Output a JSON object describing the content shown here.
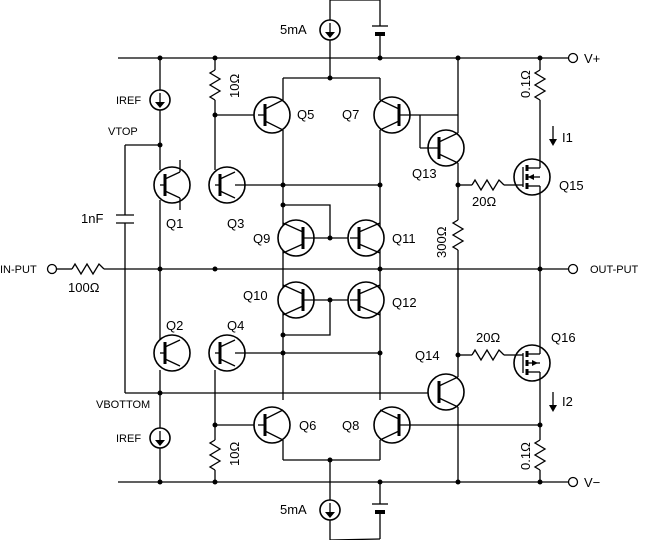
{
  "labels": {
    "vplus": "V+",
    "vminus": "V−",
    "input": "IN-PUT",
    "output": "OUT-PUT",
    "vtop": "VTOP",
    "vbottom": "VBOTTOM",
    "iref_top": "IREF",
    "iref_bottom": "IREF",
    "i1": "I1",
    "i2": "I2",
    "src_top": "5mA",
    "src_bottom": "5mA",
    "cap": "1nF",
    "r_in": "100Ω",
    "r_top": "10Ω",
    "r_bottom": "10Ω",
    "r_sense_top": "0.1Ω",
    "r_sense_bottom": "0.1Ω",
    "r_gate_top": "20Ω",
    "r_gate_bottom": "20Ω",
    "r_bias": "300Ω"
  },
  "transistors": {
    "q1": "Q1",
    "q2": "Q2",
    "q3": "Q3",
    "q4": "Q4",
    "q5": "Q5",
    "q6": "Q6",
    "q7": "Q7",
    "q8": "Q8",
    "q9": "Q9",
    "q10": "Q10",
    "q11": "Q11",
    "q12": "Q12",
    "q13": "Q13",
    "q14": "Q14",
    "q15": "Q15",
    "q16": "Q16"
  }
}
